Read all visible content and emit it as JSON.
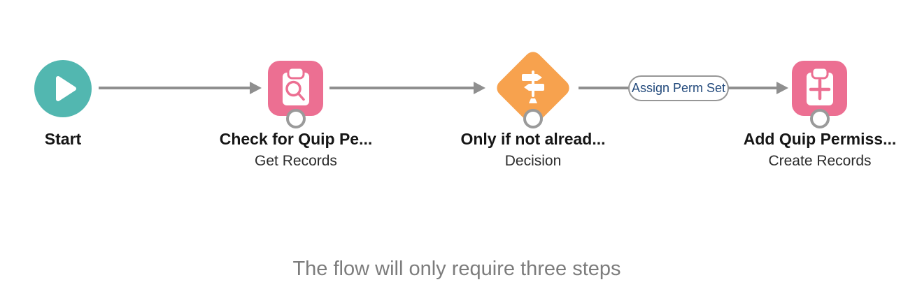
{
  "caption": "The flow will only require three steps",
  "colors": {
    "start_teal": "#52B7B0",
    "record_pink": "#EC6F92",
    "decision_orange": "#F7A24E",
    "connector_gray": "#8F8F8F",
    "connection_ring_gray": "#9A9A9A",
    "pill_border_gray": "#979797",
    "pill_text_blue": "#234A7C",
    "node_title_color": "#161616",
    "node_type_color": "#2B2B2B",
    "caption_gray": "#7C7C7C"
  },
  "nodes": [
    {
      "id": "start",
      "title": "Start",
      "type": "",
      "icon": "play-icon"
    },
    {
      "id": "get-records",
      "title": "Check for Quip Pe...",
      "type": "Get Records",
      "icon": "clipboard-search-icon"
    },
    {
      "id": "decision",
      "title": "Only if not alread...",
      "type": "Decision",
      "icon": "signpost-icon"
    },
    {
      "id": "create-records",
      "title": "Add Quip Permiss...",
      "type": "Create Records",
      "icon": "clipboard-plus-icon"
    }
  ],
  "connectors": [
    {
      "from": "start",
      "to": "get-records",
      "label": ""
    },
    {
      "from": "get-records",
      "to": "decision",
      "label": ""
    },
    {
      "from": "decision",
      "to": "create-records",
      "label": "Assign Perm Set"
    }
  ]
}
